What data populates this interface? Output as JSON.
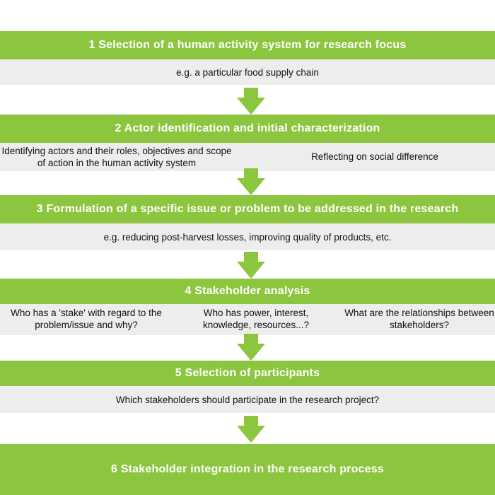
{
  "colors": {
    "band": "#8cc63f",
    "band_text": "#ffffff",
    "sub_bg": "#ededed",
    "sub_text": "#111111",
    "arrow": "#8cc63f"
  },
  "steps": [
    {
      "title": "1 Selection of a human activity system for research focus",
      "details": [
        "e.g. a particular food supply chain"
      ]
    },
    {
      "title": "2 Actor identification and initial characterization",
      "details": [
        "Identifying actors and their roles, objectives and scope of action in the human activity system",
        "Reflecting on social difference"
      ]
    },
    {
      "title": "3 Formulation of a specific issue or problem to be addressed in the research",
      "details": [
        "e.g. reducing post-harvest losses, improving quality of products, etc."
      ]
    },
    {
      "title": "4 Stakeholder analysis",
      "details": [
        "Who has a 'stake' with regard to the problem/issue and why?",
        "Who has power, interest, knowledge, resources...?",
        "What are the relationships between stakeholders?"
      ]
    },
    {
      "title": "5 Selection of participants",
      "details": [
        "Which stakeholders should participate in the research project?"
      ]
    },
    {
      "title": "6 Stakeholder integration in the research process",
      "details": []
    }
  ],
  "arrow_icon": "down-arrow-icon"
}
